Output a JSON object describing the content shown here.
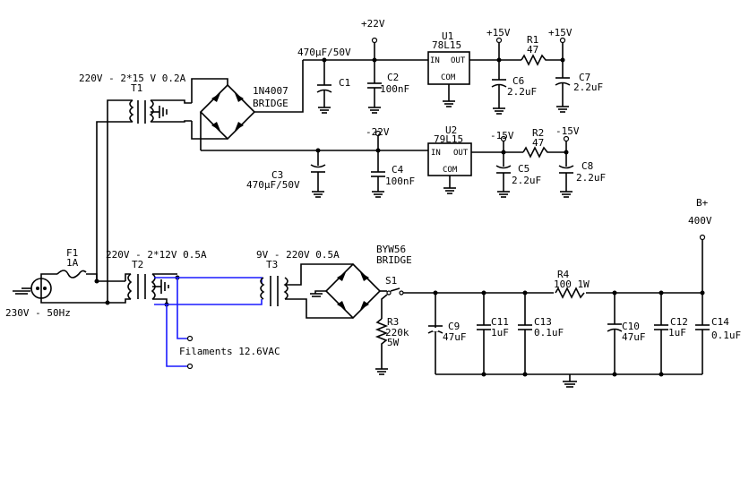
{
  "labels": {
    "p22": "+22V",
    "u1": "U1",
    "u1p": "78L15",
    "p15a": "+15V",
    "r1": "R1",
    "r1v": "47",
    "p15b": "+15V",
    "c470a": "470µF/50V",
    "c1": "C1",
    "c2": "C2",
    "c2v": "100nF",
    "c6": "C6",
    "c6v": "2.2uF",
    "c7": "C7",
    "c7v": "2.2uF",
    "t1spec": "220V - 2*15 V 0.2A",
    "t1": "T1",
    "br1a": "1N4007",
    "br1b": "BRIDGE",
    "n22": "-22V",
    "u2": "U2",
    "u2p": "79L15",
    "n15a": "-15V",
    "r2": "R2",
    "r2v": "47",
    "n15b": "-15V",
    "c3": "C3",
    "c3v": "470µF/50V",
    "c4": "C4",
    "c4v": "100nF",
    "c5": "C5",
    "c5v": "2.2uF",
    "c8": "C8",
    "c8v": "2.2uF",
    "bplus": "B+",
    "b400": "400V",
    "f1": "F1",
    "f1v": "1A",
    "t2spec": "220V - 2*12V 0.5A",
    "t2": "T2",
    "t3spec": "9V - 220V 0.5A",
    "t3": "T3",
    "br2a": "BYW56",
    "br2b": "BRIDGE",
    "s1": "S1",
    "r4": "R4",
    "r4v": "100  1W",
    "c9": "C9",
    "c9v": "47uF",
    "c11": "C11",
    "c11v": "1uF",
    "c13": "C13",
    "c13v": "0.1uF",
    "c10": "C10",
    "c10v": "47uF",
    "c12": "C12",
    "c12v": "1uF",
    "c14": "C14",
    "c14v": "0.1uF",
    "r3": "R3",
    "r3v": "220k",
    "r3w": "5W",
    "mains": "230V - 50Hz",
    "fil": "Filaments 12.6VAC",
    "in1": "IN",
    "out1": "OUT",
    "com1": "COM",
    "in2": "IN",
    "out2": "OUT",
    "com2": "COM"
  }
}
